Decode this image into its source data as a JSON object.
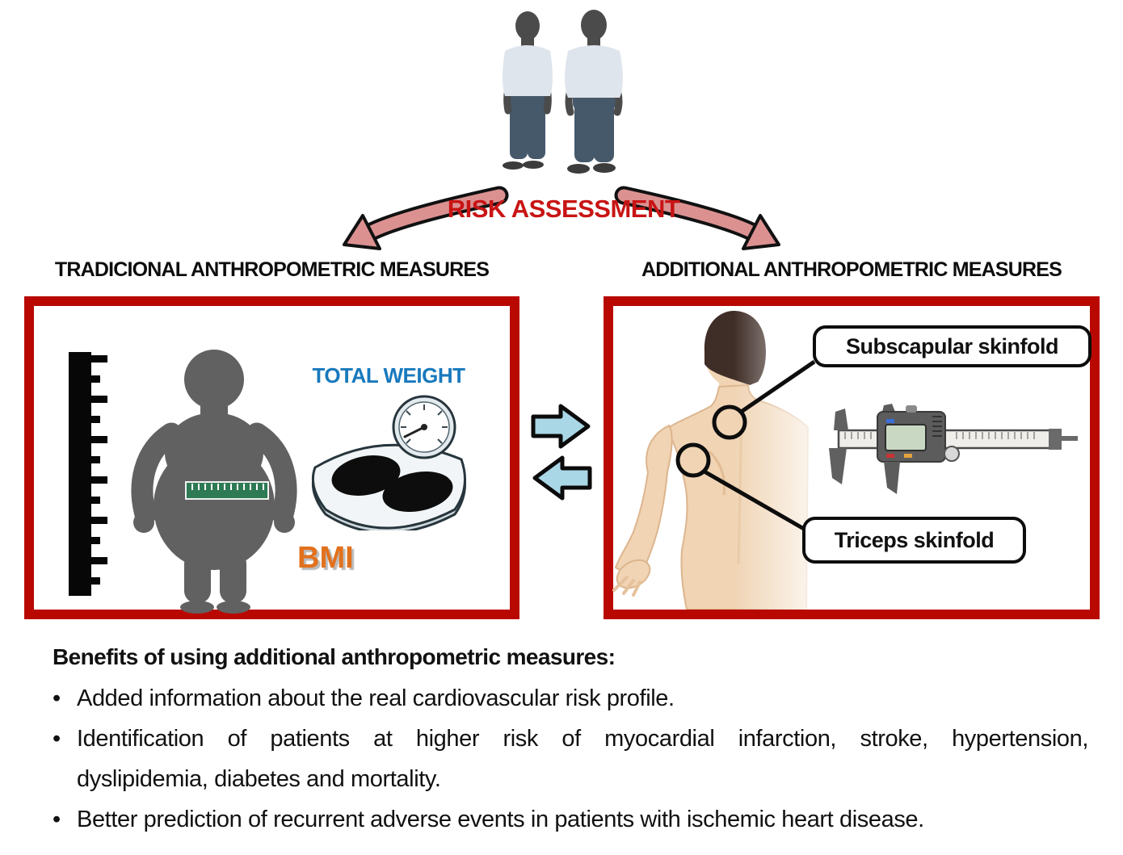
{
  "title": {
    "risk_assessment": "RISK ASSESSMENT"
  },
  "sections": {
    "traditional": {
      "heading": "TRADICIONAL ANTHROPOMETRIC MEASURES",
      "total_weight_label": "TOTAL WEIGHT",
      "bmi_label": "BMI"
    },
    "additional": {
      "heading": "ADDITIONAL ANTHROPOMETRIC MEASURES",
      "subscapular_label": "Subscapular skinfold",
      "triceps_label": "Triceps skinfold"
    }
  },
  "benefits": {
    "heading": "Benefits of using additional anthropometric measures:",
    "bullet_char": "•",
    "bullets": [
      {
        "lines": [
          "Added information about the real cardiovascular risk profile."
        ]
      },
      {
        "lines": [
          "Identification of patients at higher risk of myocardial infarction, stroke, hypertension,",
          "dyslipidemia, diabetes and mortality."
        ]
      },
      {
        "lines": [
          "Better prediction of recurrent adverse events in patients with ischemic heart disease."
        ]
      }
    ]
  },
  "colors": {
    "box_border": "#b90802",
    "risk_text": "#c81414",
    "total_weight_text": "#1879bd",
    "bmi_text": "#e2711d",
    "curved_arrow_fill": "#dc9191",
    "exchange_arrow_fill": "#a9d7e6"
  }
}
